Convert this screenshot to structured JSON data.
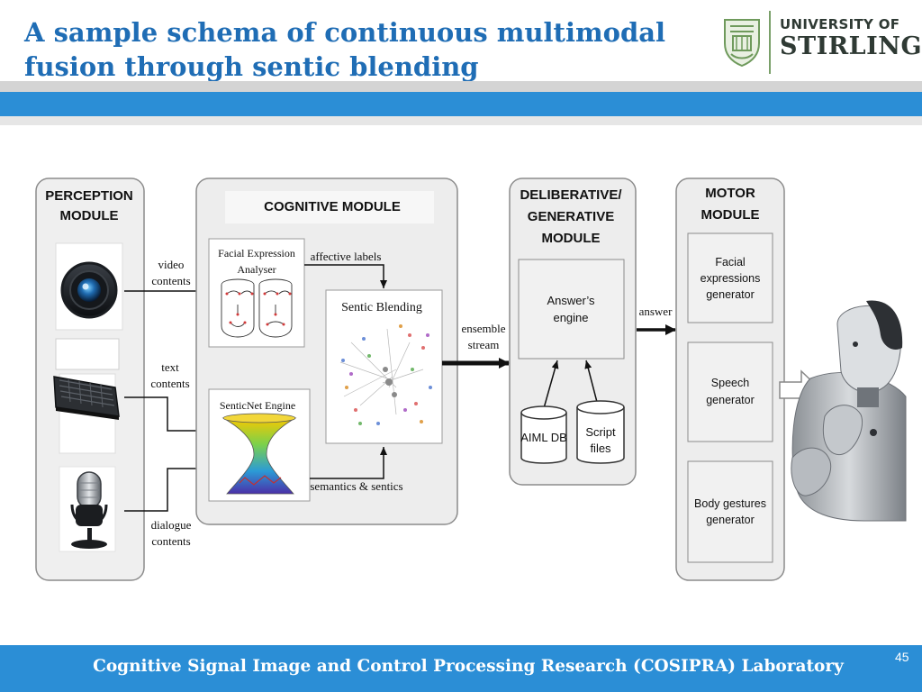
{
  "slide": {
    "title_line1": "A sample schema of continuous multimodal",
    "title_line2": "fusion through sentic blending",
    "logo_line1": "UNIVERSITY OF",
    "logo_line2": "STIRLING",
    "footer": "Cognitive Signal Image and Control Processing Research (COSIPRA) Laboratory",
    "page_number": "45"
  },
  "diagram": {
    "perception": {
      "title1": "PERCEPTION",
      "title2": "MODULE"
    },
    "cognitive": {
      "title": "COGNITIVE MODULE",
      "facial_analyser1": "Facial Expression",
      "facial_analyser2": "Analyser",
      "affective_labels": "affective labels",
      "sentic_blending": "Sentic Blending",
      "senticnet": "SenticNet Engine",
      "semantics": "semantics & sentics"
    },
    "inputs": {
      "video1": "video",
      "video2": "contents",
      "text1": "text",
      "text2": "contents",
      "dialogue1": "dialogue",
      "dialogue2": "contents"
    },
    "ensemble1": "ensemble",
    "ensemble2": "stream",
    "deliberative": {
      "title1": "DELIBERATIVE/",
      "title2": "GENERATIVE",
      "title3": "MODULE",
      "answers1": "Answer’s",
      "answers2": "engine",
      "aiml": "AIML DB",
      "script1": "Script",
      "script2": "files"
    },
    "answer": "answer",
    "motor": {
      "title1": "MOTOR",
      "title2": "MODULE",
      "facial1": "Facial",
      "facial2": "expressions",
      "facial3": "generator",
      "speech1": "Speech",
      "speech2": "generator",
      "body1": "Body gestures",
      "body2": "generator"
    }
  }
}
